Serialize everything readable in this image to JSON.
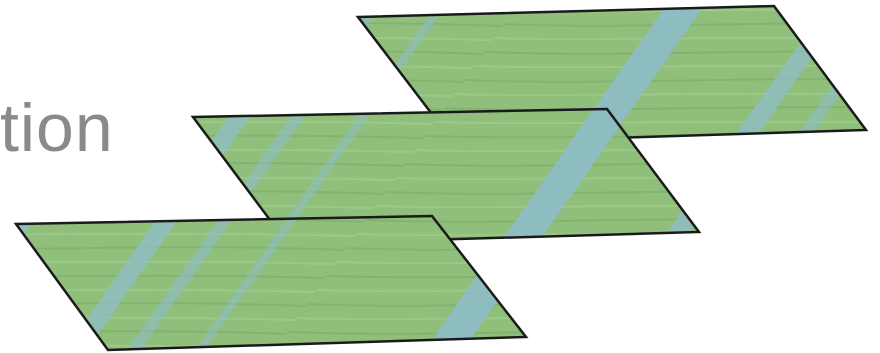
{
  "heading": {
    "text": "tion",
    "color": "#8a8a8a"
  },
  "layers": [
    {
      "name": "top-layer"
    },
    {
      "name": "middle-layer"
    },
    {
      "name": "bottom-layer"
    }
  ],
  "colors": {
    "land": "#8fbf7a",
    "land_light": "#a8cf93",
    "land_dark": "#79aa66",
    "water": "#8dbdc8",
    "outline": "#1a1a1a"
  }
}
